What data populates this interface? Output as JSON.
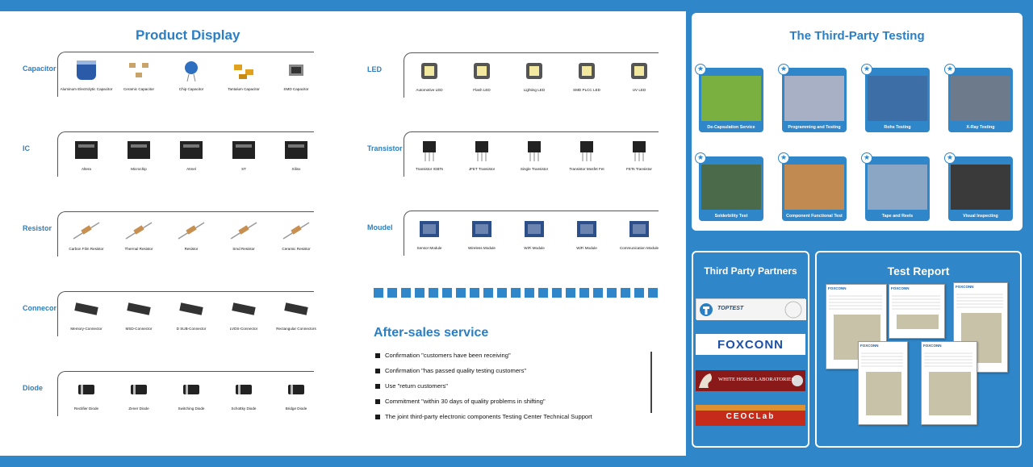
{
  "product_display": {
    "title": "Product Display",
    "left_categories": [
      {
        "label": "Capacitor",
        "items": [
          "Aluminum Electrolytic Capacitor",
          "Ceramic Capacitor",
          "Chip Capacitor",
          "Tantalum Capacitor",
          "SMD Capacitor"
        ]
      },
      {
        "label": "IC",
        "items": [
          "Altera",
          "Microchip",
          "Atmel",
          "ST",
          "Xilinx"
        ]
      },
      {
        "label": "Resistor",
        "items": [
          "Carbon Film Resistor",
          "Thermal Resistor",
          "Resistor",
          "Smd Resistor",
          "Ceramic  Resistor"
        ]
      },
      {
        "label": "Connecor",
        "items": [
          "Memory-Connector",
          "MSD-Connector",
          "D SUB-Connector",
          "LVDS-Connector",
          "Rectangular Connectors"
        ]
      },
      {
        "label": "Diode",
        "items": [
          "Rectifier Diode",
          "Zener Diode",
          "Switching  Diode",
          "Schottky Diode",
          "Bridge Diode"
        ]
      }
    ],
    "right_categories": [
      {
        "label": "LED",
        "items": [
          "Automotive LED",
          "Flash LED",
          "Lighting LED",
          "SMD PLCC LED",
          "UV LED"
        ]
      },
      {
        "label": "Transistor",
        "items": [
          "Transistor IGBTs",
          "JFET Transistor",
          "Single Transistor",
          "Transistor Mosfet Fet",
          "FETs Transistor"
        ]
      },
      {
        "label": "Moudel",
        "items": [
          "Sensor Module",
          "Wireless  Module",
          "WiFi Module",
          "WiFi  Module",
          "Communication Module"
        ]
      }
    ]
  },
  "after_sales": {
    "title": "After-sales service",
    "items": [
      "Confirmation \"customers have been receiving\"",
      "Confirmation \"has passed quality testing customers\"",
      "Use \"return customers\"",
      "Commitment \"within 30 days of quality problems in shifting\"",
      "The joint third-party electronic components Testing Center Technical Support"
    ]
  },
  "third_party_testing": {
    "title": "The Third-Party Testing",
    "cards": [
      "De-Capsulation Service",
      "Programming and Testing",
      "Rohs Testing",
      "X-Ray Testing",
      "Solderbility Test",
      "Component Functional Test",
      "Tape and Reels",
      "Visual Inspecting"
    ]
  },
  "partners": {
    "title": "Third Party Partners",
    "logos": [
      "TOPTEST",
      "FOXCONN",
      "WHITE HORSE LABORATORIES",
      "CEOCLab"
    ]
  },
  "test_report": {
    "title": "Test Report",
    "doc_brand": "FOXCONN"
  },
  "colors": {
    "accent": "#2f86c8",
    "title_blue": "#2a7fc4"
  }
}
